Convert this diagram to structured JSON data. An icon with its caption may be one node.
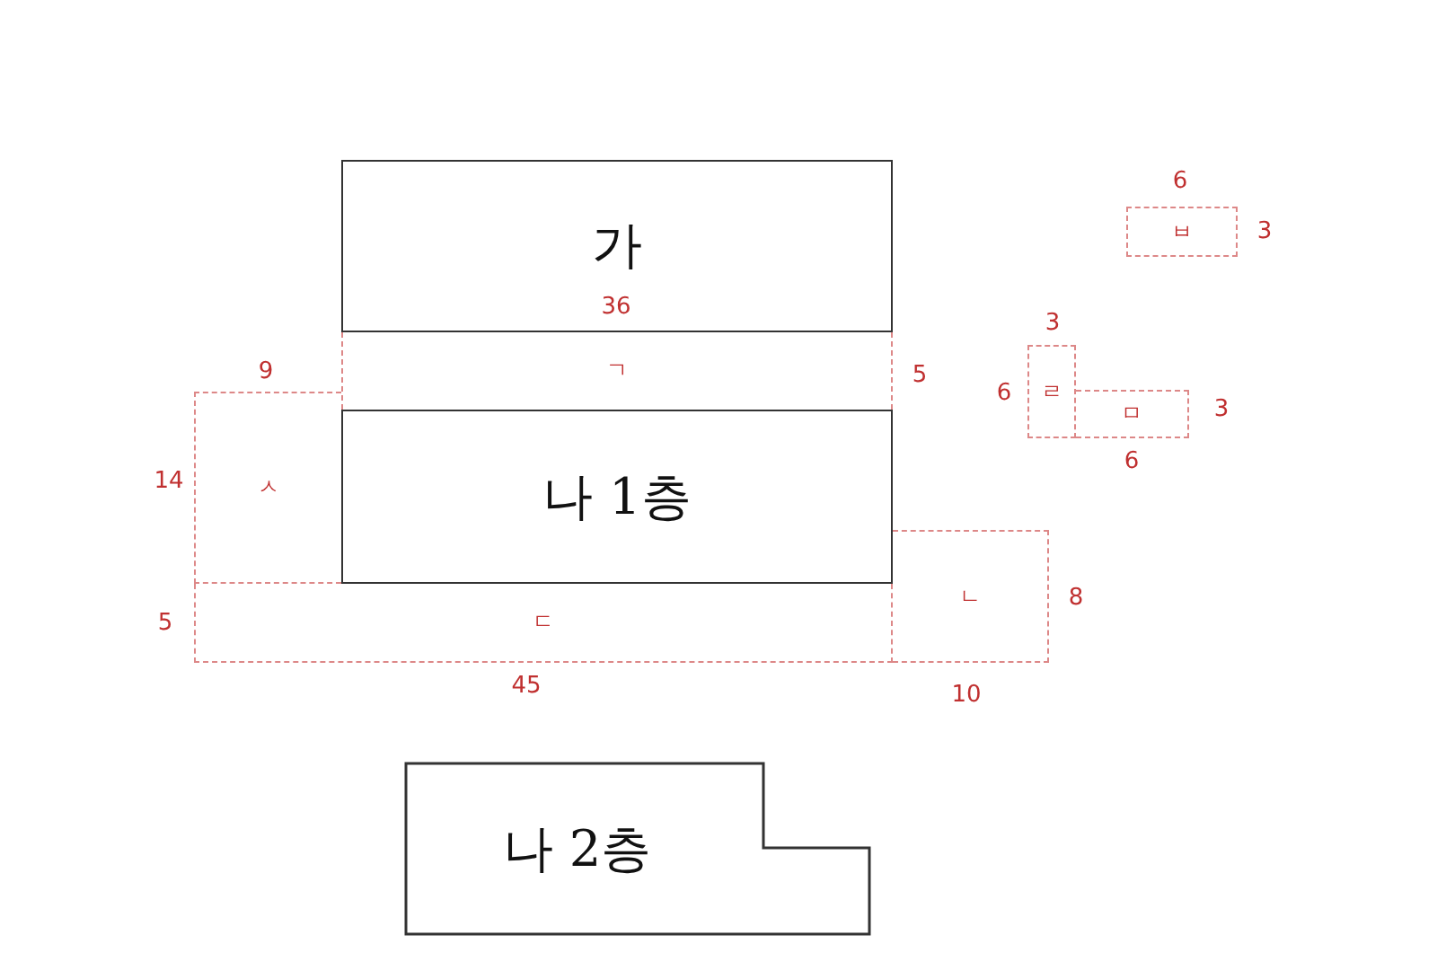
{
  "diagram": {
    "nodes": [
      {
        "text": [
          "가"
        ]
      },
      {
        "text": [
          "ㄱ"
        ]
      },
      {
        "text": [
          "나 1층"
        ]
      },
      {
        "text": [
          "ㅅ"
        ]
      },
      {
        "text": [
          "ㄷ"
        ]
      },
      {
        "text": [
          "ㄴ"
        ]
      },
      {
        "text": [
          "ㅂ"
        ]
      },
      {
        "text": [
          "ㄹ"
        ]
      },
      {
        "text": [
          "ㅁ"
        ]
      },
      {
        "text": [
          "나 2층"
        ]
      }
    ],
    "labels": [
      "6",
      "3",
      "36",
      "3",
      "9",
      "5",
      "6",
      "3",
      "6",
      "14",
      "8",
      "5",
      "45",
      "10"
    ]
  }
}
